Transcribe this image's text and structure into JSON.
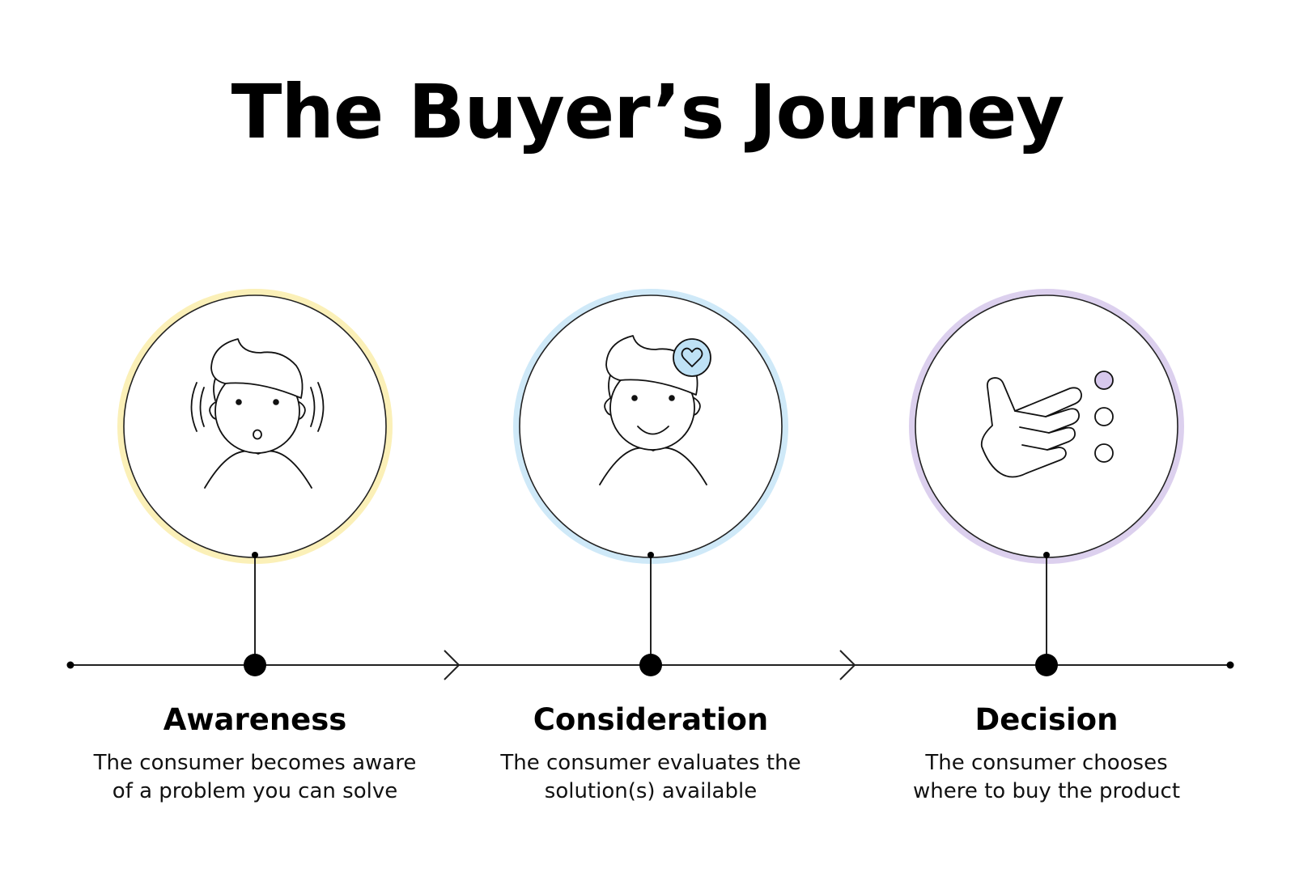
{
  "title": "The Buyer’s Journey",
  "colors": {
    "awareness_ring": "#FBF0B8",
    "consideration_ring": "#CFE9F8",
    "decision_ring": "#DCD0EE",
    "line": "#222222",
    "accent_blue": "#BFE2F6",
    "accent_purple": "#D7C8EC"
  },
  "stages": [
    {
      "label": "Awareness",
      "description_lines": [
        "The consumer becomes aware",
        "of a problem you can solve"
      ],
      "icon": "person-listening-icon"
    },
    {
      "label": "Consideration",
      "description_lines": [
        "The consumer evaluates the",
        "solution(s) available"
      ],
      "icon": "person-smiling-heart-icon"
    },
    {
      "label": "Decision",
      "description_lines": [
        "The consumer chooses",
        "where to buy the product"
      ],
      "icon": "hand-pointing-options-icon"
    }
  ]
}
